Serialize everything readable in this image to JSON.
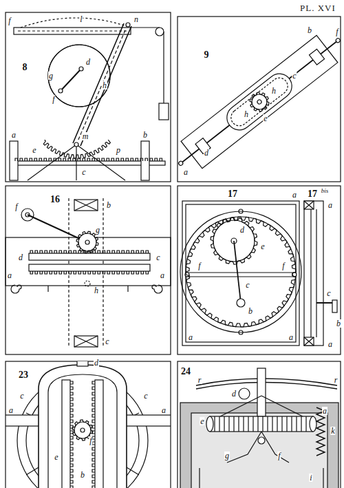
{
  "diagram": {
    "title": "PL. XVI",
    "labels": [
      "8",
      "l",
      "f",
      "n",
      "d",
      "g",
      "h",
      "f",
      "m",
      "e",
      "p",
      "c",
      "a",
      "b",
      "9",
      "b",
      "f",
      "a",
      "d",
      "c",
      "h",
      "h",
      "e",
      "16",
      "b",
      "f",
      "g",
      "a",
      "d",
      "c",
      "h",
      "c",
      "a",
      "17",
      "a",
      "17",
      "bis",
      "d",
      "e",
      "c",
      "f",
      "f",
      "b",
      "a",
      "a",
      "a",
      "c",
      "b",
      "a",
      "23",
      "d",
      "f",
      "c",
      "c",
      "a",
      "a",
      "b",
      "e",
      "24",
      "r",
      "r",
      "d",
      "e",
      "k",
      "i",
      "f",
      "g",
      "a"
    ]
  }
}
